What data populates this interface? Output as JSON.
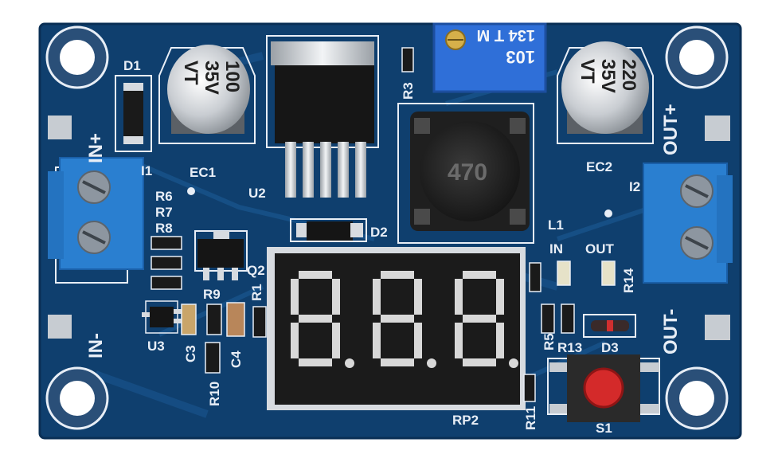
{
  "silkscreen": {
    "d1": "D1",
    "in_plus": "IN+",
    "in_minus": "IN-",
    "ec1": "EC1",
    "ec2": "EC2",
    "u2": "U2",
    "u3": "U3",
    "r3": "R3",
    "r6": "R6",
    "r7": "R7",
    "r8": "R8",
    "r9": "R9",
    "r1": "R1",
    "r10": "R10",
    "r11": "R11",
    "r13": "R13",
    "r14": "R14",
    "r5": "R5",
    "c3": "C3",
    "c4": "C4",
    "q2": "Q2",
    "d2": "D2",
    "d3": "D3",
    "l1": "L1",
    "in_led": "IN",
    "out_led": "OUT",
    "out_plus": "OUT+",
    "out_minus": "OUT-",
    "rp2": "RP2",
    "s1": "S1",
    "j1": "I1",
    "j2": "I2"
  },
  "capacitor_ec1": {
    "line1": "100",
    "line2": "35V",
    "line3": "VT"
  },
  "capacitor_ec2": {
    "line1": "220",
    "line2": "35V",
    "line3": "VT"
  },
  "potentiometer": {
    "line1": "103",
    "line2": "134 T M"
  },
  "inductor": {
    "marking": "470"
  },
  "display": {
    "digits": [
      "8.",
      "8.",
      "8."
    ]
  },
  "colors": {
    "pcb": "#0f3f6e",
    "pcb_edge": "#0a2f55",
    "terminal": "#2a7fd0",
    "button": "#d42a2a",
    "trimmer": "#2f6fd8",
    "silkscreen": "#e8eef6"
  }
}
